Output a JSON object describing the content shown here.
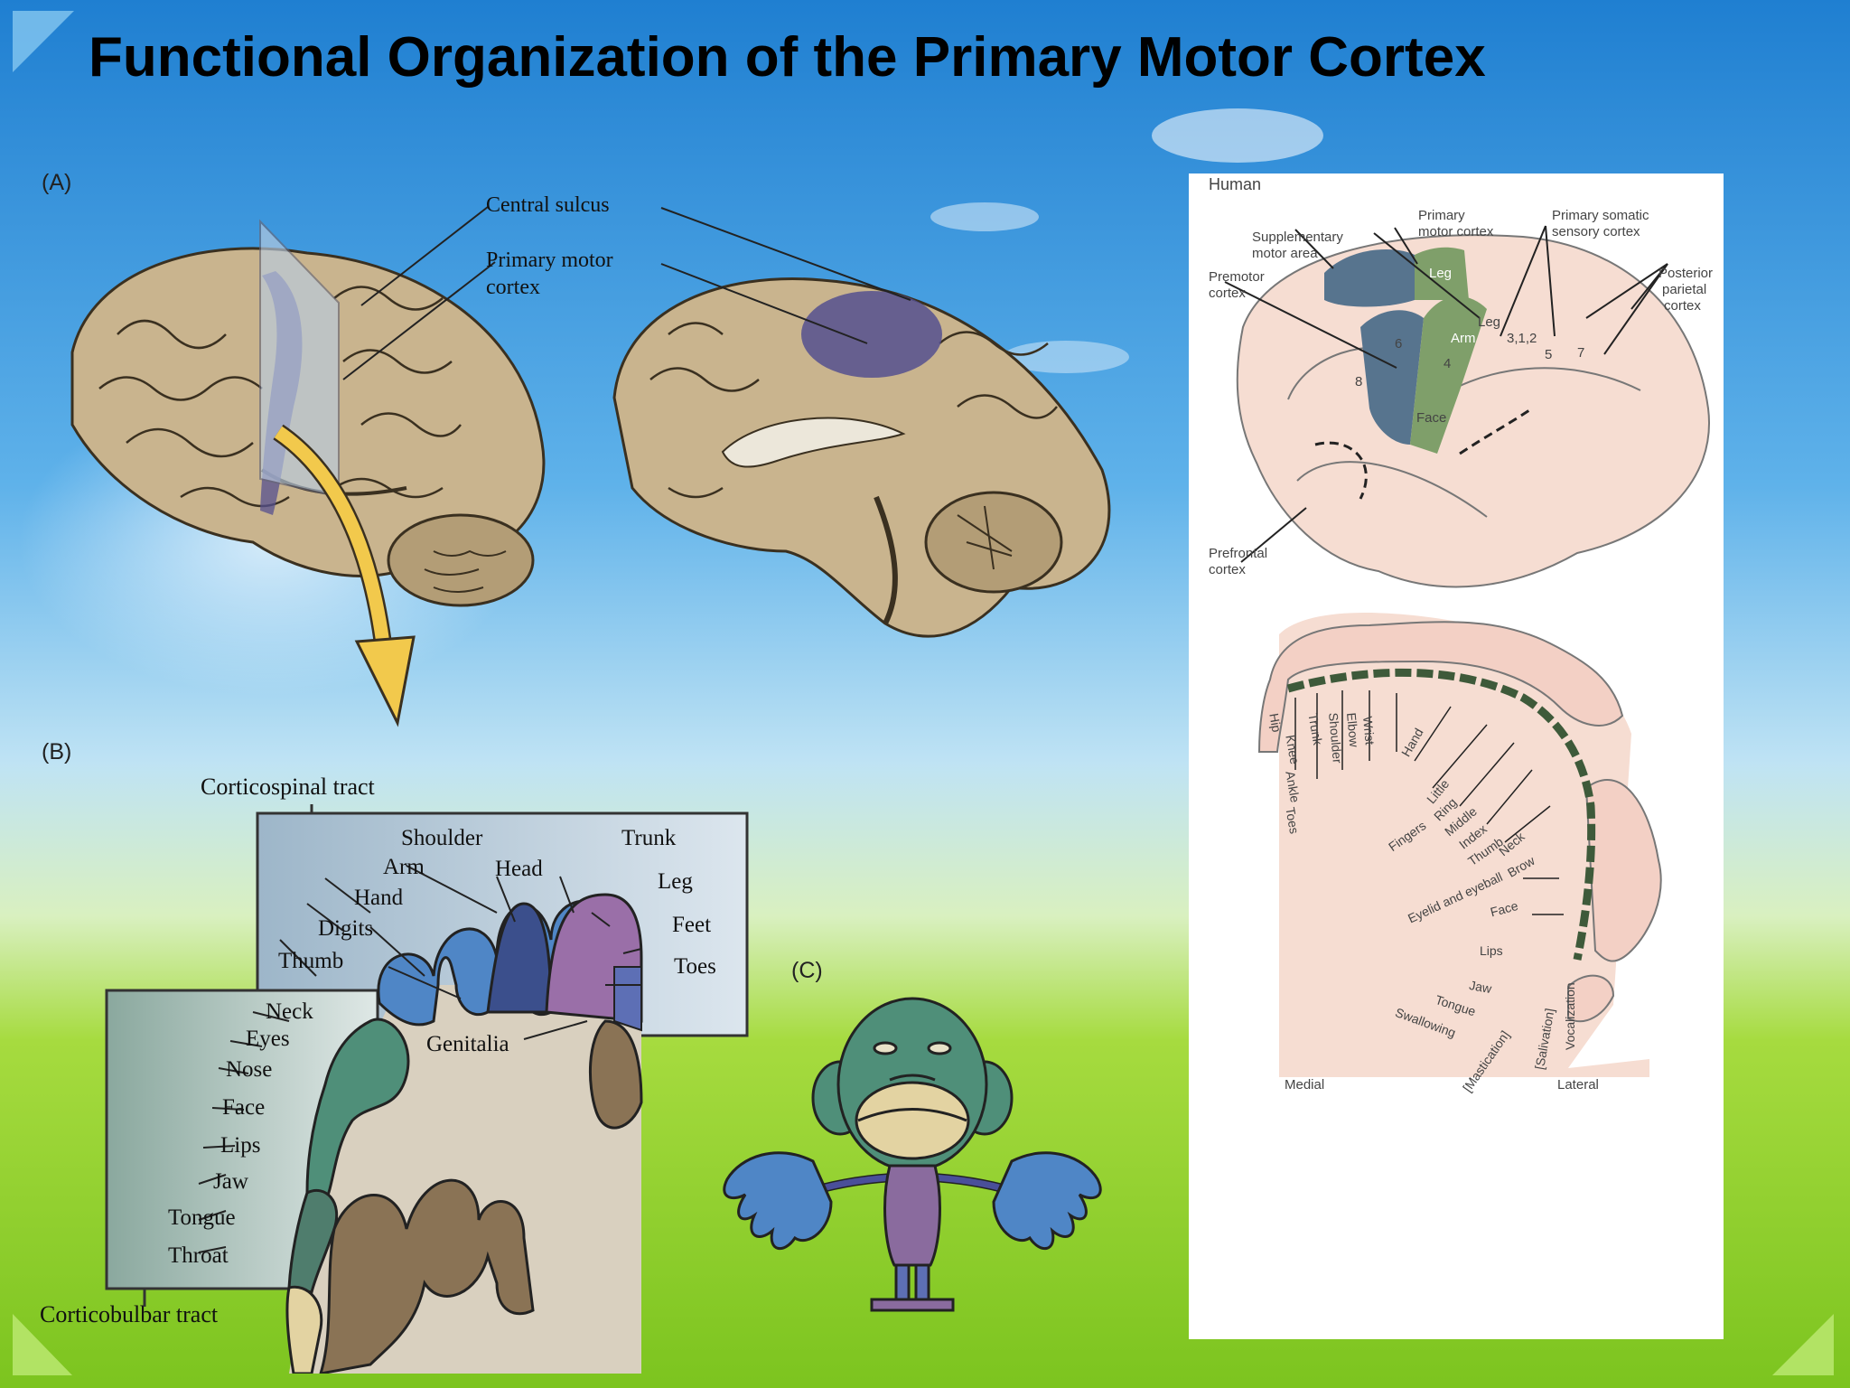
{
  "slide": {
    "title": "Functional Organization of the Primary Motor Cortex"
  },
  "panel_a": {
    "letter": "(A)",
    "central_sulcus": "Central sulcus",
    "primary_motor_line1": "Primary motor",
    "primary_motor_line2": "cortex"
  },
  "panel_b": {
    "letter": "(B)",
    "corticospinal": "Corticospinal tract",
    "corticobulbar": "Corticobulbar tract",
    "labels": {
      "shoulder": "Shoulder",
      "trunk": "Trunk",
      "arm": "Arm",
      "head": "Head",
      "hand": "Hand",
      "leg": "Leg",
      "digits": "Digits",
      "feet": "Feet",
      "thumb": "Thumb",
      "toes": "Toes",
      "neck": "Neck",
      "eyes": "Eyes",
      "genitalia": "Genitalia",
      "nose": "Nose",
      "face": "Face",
      "lips": "Lips",
      "jaw": "Jaw",
      "tongue": "Tongue",
      "throat": "Throat"
    }
  },
  "panel_c": {
    "letter": "(C)"
  },
  "right": {
    "human": "Human",
    "primary_motor_1": "Primary",
    "primary_motor_2": "motor cortex",
    "somatic_1": "Primary somatic",
    "somatic_2": "sensory cortex",
    "sma_1": "Supplementary",
    "sma_2": "motor area",
    "premotor_1": "Premotor",
    "premotor_2": "cortex",
    "posterior_1": "Posterior",
    "posterior_2": "parietal",
    "posterior_3": "cortex",
    "prefrontal_1": "Prefrontal",
    "prefrontal_2": "cortex",
    "leg_a": "Leg",
    "leg_b": "Leg",
    "arm": "Arm",
    "face": "Face",
    "area6": "6",
    "area4": "4",
    "area8": "8",
    "area312": "3,1,2",
    "area5": "5",
    "area7": "7",
    "homunculus": [
      "Hip",
      "Knee",
      "Ankle",
      "Toes",
      "Trunk",
      "Shoulder",
      "Elbow",
      "Wrist",
      "Hand",
      "Little",
      "Ring",
      "Middle",
      "Index",
      "Thumb",
      "Fingers",
      "Neck",
      "Brow",
      "Eyelid and eyeball",
      "Face",
      "Lips",
      "Jaw",
      "Tongue",
      "Swallowing",
      "[Mastication]",
      "[Salivation]",
      "Vocalization"
    ],
    "medial": "Medial",
    "lateral": "Lateral"
  },
  "colors": {
    "sky_top": "#1f7fd1",
    "grass": "#8fd12b",
    "brain": "#c9b48e",
    "motor_blue": "#55508f",
    "sma_blue": "#57748e",
    "motor_green": "#7f9f6a",
    "arrow": "#f2c94c"
  }
}
